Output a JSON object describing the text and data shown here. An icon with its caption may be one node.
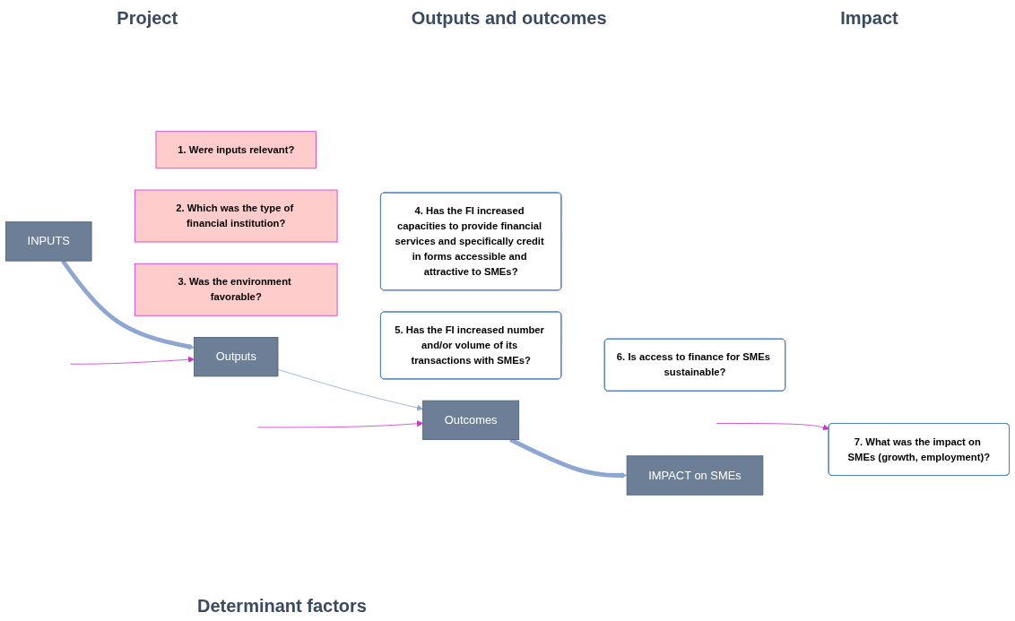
{
  "diagram": {
    "nodes": [
      {
        "text": [
          "INPUTS"
        ]
      },
      {
        "text": [
          "1. Were inputs relevant?"
        ]
      },
      {
        "text": [
          "2. Which was the type of financial institution?"
        ]
      },
      {
        "text": [
          "3. Was the environment favorable?"
        ]
      },
      {
        "text": [
          "Outputs"
        ]
      },
      {
        "text": [
          "4. Has the FI increased capacities to provide financial services and specifically credit in forms accessible and attractive to SMEs?"
        ]
      },
      {
        "text": [
          "5. Has the FI increased number and/or volume of its transactions with SMEs?"
        ]
      },
      {
        "text": [
          "Outcomes"
        ]
      },
      {
        "text": [
          "6. Is access to finance for SMEs sustainable?"
        ]
      },
      {
        "text": [
          "IMPACT on SMEs"
        ]
      },
      {
        "text": [
          "7. What was the impact on SMEs (growth, employment)?"
        ]
      }
    ],
    "edges": [
      {
        "from": 0,
        "to": 4,
        "arrow": "to",
        "style": "thick"
      },
      {
        "from": 4,
        "to": 7,
        "arrow": "to"
      },
      {
        "from": 7,
        "to": 9,
        "arrow": "to",
        "style": "thick"
      },
      {
        "from": null,
        "to": 4,
        "arrow": "to",
        "color": "#cc33cc"
      },
      {
        "from": null,
        "to": 7,
        "arrow": "to",
        "color": "#cc33cc"
      },
      {
        "from": null,
        "to": 10,
        "arrow": "to",
        "color": "#cc33cc"
      }
    ],
    "labels": [
      "Project",
      "Outputs and outcomes",
      "Impact",
      "Determinant factors"
    ]
  }
}
